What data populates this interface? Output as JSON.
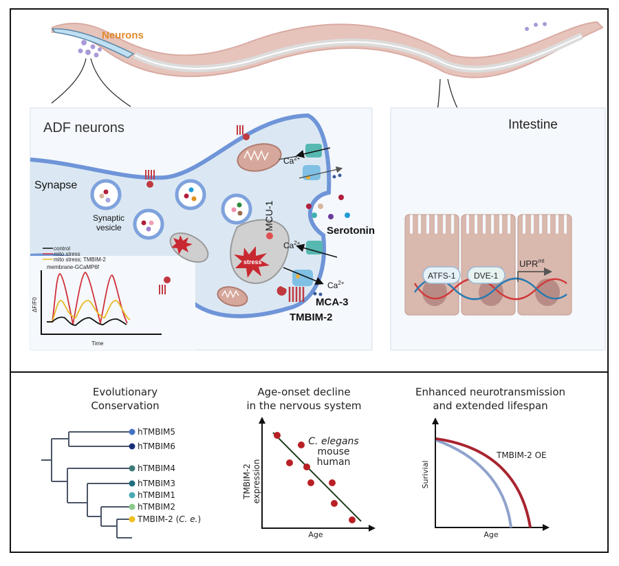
{
  "top_panel": {
    "worm_label": "Neurons",
    "adf": {
      "title": "ADF neurons",
      "synapse_label": "Synapse",
      "vesicle_label_line1": "Synaptic",
      "vesicle_label_line2": "vesicle",
      "mcu_label": "MCU-1",
      "serotonin_label": "Serotonin",
      "ca_label": "Ca",
      "ca_sup": "2+",
      "mca3_label": "MCA-3",
      "tmbim2_label": "TMBIM-2",
      "stress_label": "stress",
      "inset_chart": {
        "legend": [
          {
            "label": "control",
            "color": "#111111"
          },
          {
            "label": "mito stress",
            "color": "#d0303a"
          },
          {
            "label": "mito stress; TMBIM-2",
            "color": "#e8b820"
          }
        ],
        "sensor_label": "membrane-GCaMP6f",
        "ylabel": "ΔF/F0",
        "xlabel": "Time"
      }
    },
    "intestine": {
      "title": "Intestine",
      "atfs1": "ATFS-1",
      "dve1": "DVE-1",
      "upr": "UPR",
      "upr_sup": "mt"
    }
  },
  "bottom_panel": {
    "evolution": {
      "title_line1": "Evolutionary",
      "title_line2": "Conservation",
      "leaves": [
        {
          "label": "hTMBIM5",
          "color": "#4472c4"
        },
        {
          "label": "hTMBIM6",
          "color": "#1a2f7a"
        },
        {
          "label": "hTMBIM4",
          "color": "#3d7a78"
        },
        {
          "label": "hTMBIM3",
          "color": "#1f6f7f"
        },
        {
          "label": "hTMBIM1",
          "color": "#4aa8b5"
        },
        {
          "label": "hTMBIM2",
          "color": "#8cc98c"
        },
        {
          "label": "TMBIM-2 (",
          "italic": "C. e.",
          "suffix": ")",
          "color": "#f0c020"
        }
      ]
    },
    "decline": {
      "title_line1": "Age-onset decline",
      "title_line2": "in the nervous system",
      "species_line1": "C. elegans",
      "species_line2": "mouse",
      "species_line3": "human",
      "ylabel_line1": "TMBIM-2",
      "ylabel_line2": "expression",
      "xlabel": "Age"
    },
    "lifespan": {
      "title_line1": "Enhanced neurotransmission",
      "title_line2": "and extended lifespan",
      "curve_label": "TMBIM-2 OE",
      "ylabel": "Surivial",
      "xlabel": "Age"
    }
  },
  "colors": {
    "membrane": "#6f95d8",
    "cytoplasm": "#dbe8f3",
    "panel_bg": "#f5f8fc",
    "neurons_label": "#e08a2c",
    "dot_red": "#b82025",
    "oe_curve": "#a8242f",
    "wt_curve": "#8fa2cc"
  }
}
